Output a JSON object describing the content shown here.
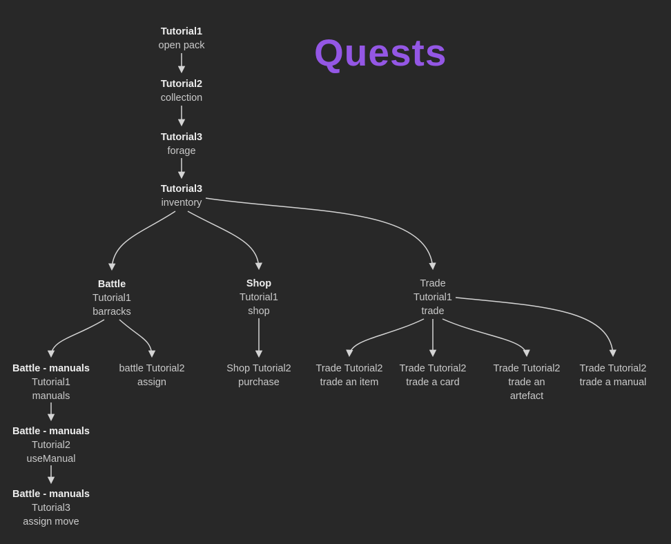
{
  "title": "Quests",
  "colors": {
    "background": "#282828",
    "title": "#9457e5",
    "edge": "#d4d4d4",
    "bold_text": "#ededed",
    "regular_text": "#c9c9c9"
  },
  "nodes": {
    "tutorial1": {
      "lines": [
        "Tutorial1",
        "open pack"
      ]
    },
    "tutorial2": {
      "lines": [
        "Tutorial2",
        "collection"
      ]
    },
    "tutorial3_forage": {
      "lines": [
        "Tutorial3",
        "forage"
      ]
    },
    "tutorial3_inventory": {
      "lines": [
        "Tutorial3",
        "inventory"
      ]
    },
    "battle": {
      "lines": [
        "Battle",
        "Tutorial1",
        "barracks"
      ]
    },
    "shop": {
      "lines": [
        "Shop",
        "Tutorial1",
        "shop"
      ]
    },
    "trade": {
      "lines": [
        "Trade",
        "Tutorial1",
        "trade"
      ]
    },
    "battle_manuals_1": {
      "lines": [
        "Battle - manuals",
        "Tutorial1",
        "manuals"
      ]
    },
    "battle_tutorial2": {
      "lines": [
        "battle Tutorial2",
        "assign"
      ]
    },
    "shop_tutorial2": {
      "lines": [
        "Shop Tutorial2",
        "purchase"
      ]
    },
    "trade_item": {
      "lines": [
        "Trade Tutorial2",
        "trade an item"
      ]
    },
    "trade_card": {
      "lines": [
        "Trade Tutorial2",
        "trade a card"
      ]
    },
    "trade_artefact": {
      "lines": [
        "Trade Tutorial2",
        "trade an",
        "artefact"
      ]
    },
    "trade_manual": {
      "lines": [
        "Trade Tutorial2",
        "trade a manual"
      ]
    },
    "battle_manuals_2": {
      "lines": [
        "Battle - manuals",
        "Tutorial2",
        "useManual"
      ]
    },
    "battle_manuals_3": {
      "lines": [
        "Battle - manuals",
        "Tutorial3",
        "assign move"
      ]
    }
  }
}
